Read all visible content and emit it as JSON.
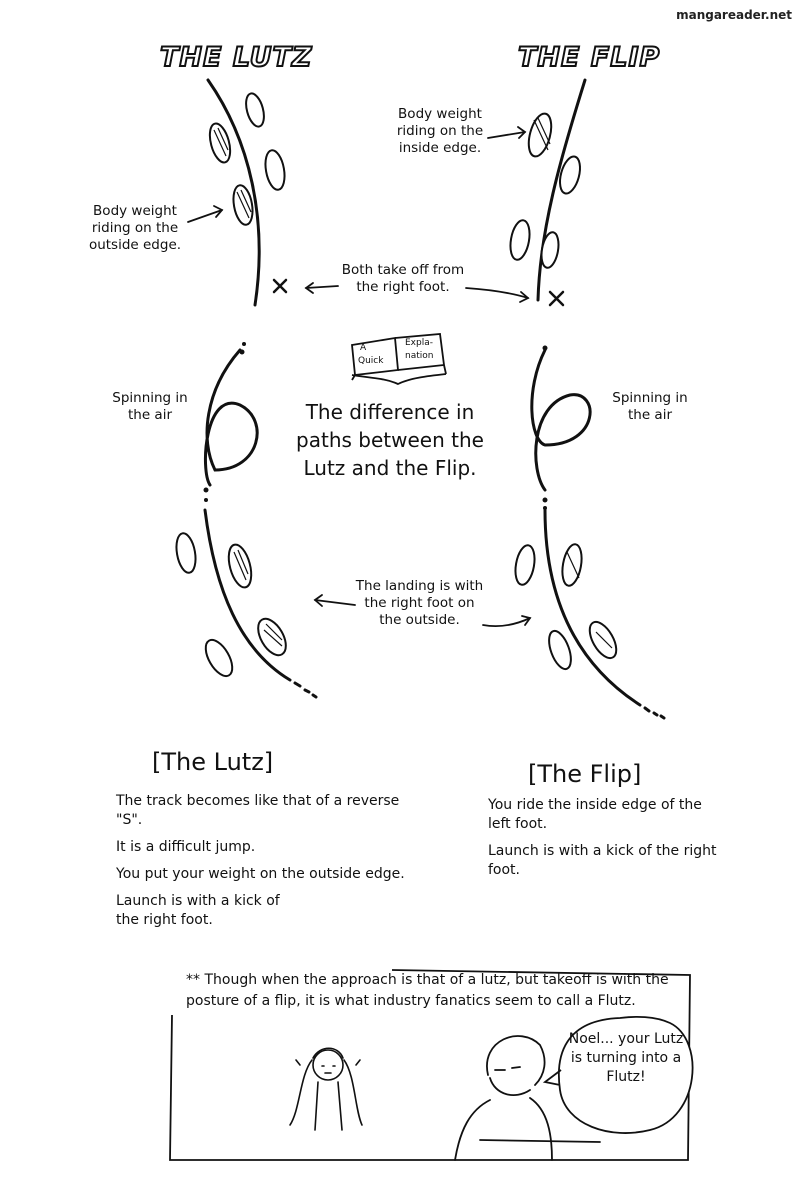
{
  "watermark": "mangareader.net",
  "titles": {
    "lutz": "THE LUTZ",
    "flip": "THE FLIP"
  },
  "labels": {
    "inside_edge": "Body weight riding on the inside edge.",
    "outside_edge": "Body weight riding on the outside edge.",
    "take_off": "Both take off from the right foot.",
    "spin_left": "Spinning in the air",
    "spin_right": "Spinning in the air",
    "landing": "The landing is with the right foot on the outside."
  },
  "book": {
    "line1": "A",
    "line2": "Quick",
    "line3": "Expla-",
    "line4": "nation"
  },
  "headline": "The difference in paths between the Lutz and the Flip.",
  "lutz": {
    "heading": "[The Lutz]",
    "points": [
      "The track becomes like that of a reverse \"S\".",
      "It is a difficult jump.",
      "You put your weight on the outside edge.",
      "Launch is with a kick of the right foot."
    ]
  },
  "flip": {
    "heading": "[The Flip]",
    "points": [
      "You ride the inside edge of the left foot.",
      "Launch is with a kick of the right foot."
    ]
  },
  "footnote": "** Though when the approach is that of a lutz, but takeoff is with the posture of a flip, it is what industry fanatics seem to call a Flutz.",
  "speech": "Noel... your Lutz is turning into a Flutz!"
}
